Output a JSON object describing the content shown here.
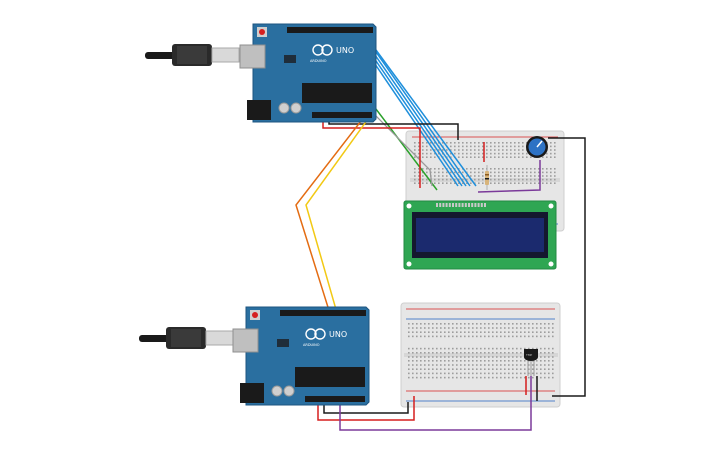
{
  "boards": {
    "top": {
      "model_label": "UNO",
      "brand_label": "ARDUINO"
    },
    "bottom": {
      "model_label": "UNO",
      "brand_label": "ARDUINO"
    }
  },
  "colors": {
    "board": "#2a6fa0",
    "board_edge": "#1e5580",
    "breadboard": "#e6e6e6",
    "lcd_pcb": "#2fa653",
    "lcd_screen": "#1b2a6e",
    "wire_blue": "#1f8fdb",
    "wire_green": "#2ba12b",
    "wire_orange": "#e46c12",
    "wire_yellow": "#f2c914",
    "wire_red": "#d51f1f",
    "wire_black": "#1a1a1a",
    "wire_purple": "#7b3a9a",
    "wire_gray": "#9a9a9a",
    "pot_knob": "#2d72c4"
  },
  "icons": {
    "usb_cable": "usb-plug-icon",
    "potentiometer": "potentiometer-icon",
    "sensor": "temperature-sensor-icon"
  }
}
